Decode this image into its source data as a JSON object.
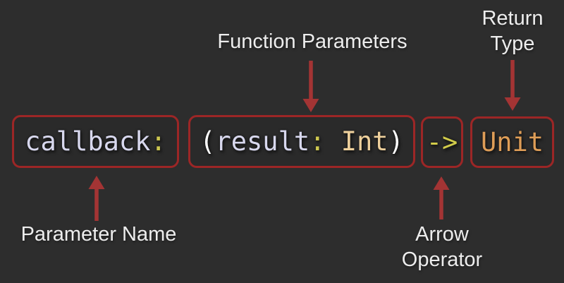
{
  "colors": {
    "background": "#2d2d2d",
    "box_border": "#9c2626",
    "arrow": "#a33434",
    "label_text": "#ededed"
  },
  "labels": {
    "function_parameters": "Function Parameters",
    "return_type": {
      "line1": "Return",
      "line2": "Type"
    },
    "parameter_name": "Parameter Name",
    "arrow_operator": {
      "line1": "Arrow",
      "line2": "Operator"
    }
  },
  "code_boxes": [
    {
      "name": "parameter-name",
      "tokens": [
        {
          "text": "callback",
          "color": "#d8d8ee"
        },
        {
          "text": ":",
          "color": "#cdc750"
        }
      ]
    },
    {
      "name": "function-parameters",
      "tokens": [
        {
          "text": "(",
          "color": "#fdfdfd"
        },
        {
          "text": "result",
          "color": "#d8d8ee"
        },
        {
          "text": ":",
          "color": "#cdc750"
        },
        {
          "text": " ",
          "color": "#d8d8ee"
        },
        {
          "text": "Int",
          "color": "#eed09c"
        },
        {
          "text": ")",
          "color": "#fdfdfd"
        }
      ]
    },
    {
      "name": "arrow-operator",
      "tokens": [
        {
          "text": "->",
          "color": "#d2cc4a"
        }
      ]
    },
    {
      "name": "return-type",
      "tokens": [
        {
          "text": "Unit",
          "color": "#de9d57"
        }
      ]
    }
  ]
}
